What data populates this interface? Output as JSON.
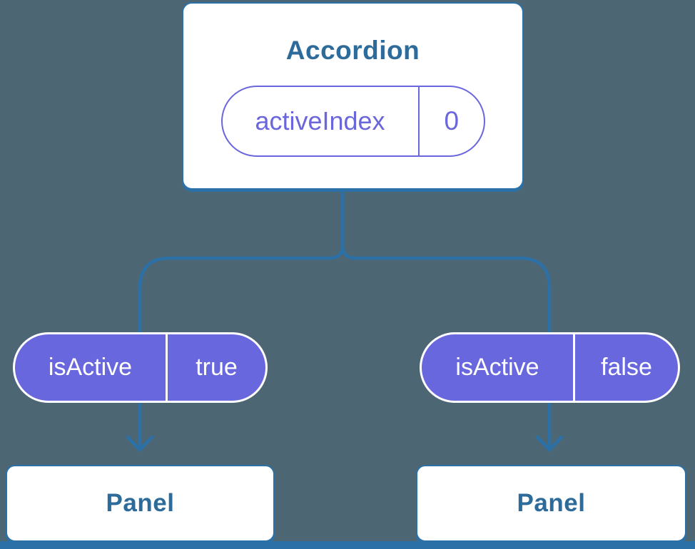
{
  "tree": {
    "root": {
      "label": "Accordion",
      "state": {
        "name": "activeIndex",
        "value": "0"
      }
    },
    "children": [
      {
        "prop": {
          "name": "isActive",
          "value": "true"
        },
        "node": {
          "label": "Panel"
        }
      },
      {
        "prop": {
          "name": "isActive",
          "value": "false"
        },
        "node": {
          "label": "Panel"
        }
      }
    ]
  },
  "colors": {
    "background": "#4d6673",
    "connector_blue": "#2b71a8",
    "node_text_blue": "#2d6b9a",
    "pill_purple_fill": "#6867dd",
    "pill_purple_outline": "#6a66dc",
    "node_background": "#ffffff",
    "pill_text_white": "#ffffff"
  }
}
